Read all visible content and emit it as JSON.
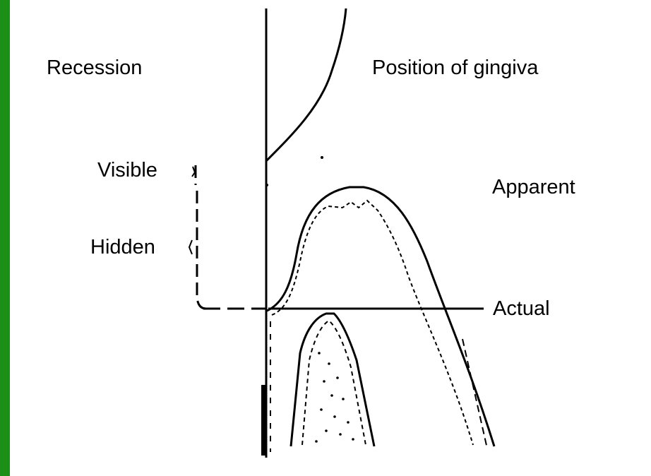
{
  "colors": {
    "side_bar": "#1b8f16",
    "ink": "#000000",
    "background": "#ffffff"
  },
  "labels": {
    "recession": "Recession",
    "position_of_gingiva": "Position of gingiva",
    "visible": "Visible",
    "hidden": "Hidden",
    "apparent": "Apparent",
    "actual": "Actual"
  }
}
